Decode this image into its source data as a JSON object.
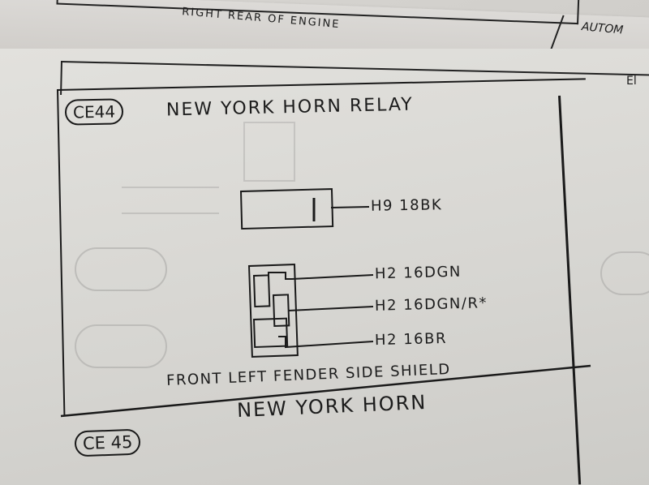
{
  "top_section": {
    "caption": "RIGHT REAR OF ENGINE",
    "right_label": "AUTOM"
  },
  "right_edge_letters": "El",
  "ce44": {
    "tag": "CE44",
    "title": "NEW YORK HORN RELAY",
    "connector_1_wire": "H9 18BK",
    "connector_2_wires": [
      "H2 16DGN",
      "H2 16DGN/R*",
      "H2 16BR"
    ],
    "location": "FRONT LEFT FENDER SIDE SHIELD"
  },
  "ce45": {
    "tag": "CE 45",
    "title": "NEW YORK HORN"
  }
}
